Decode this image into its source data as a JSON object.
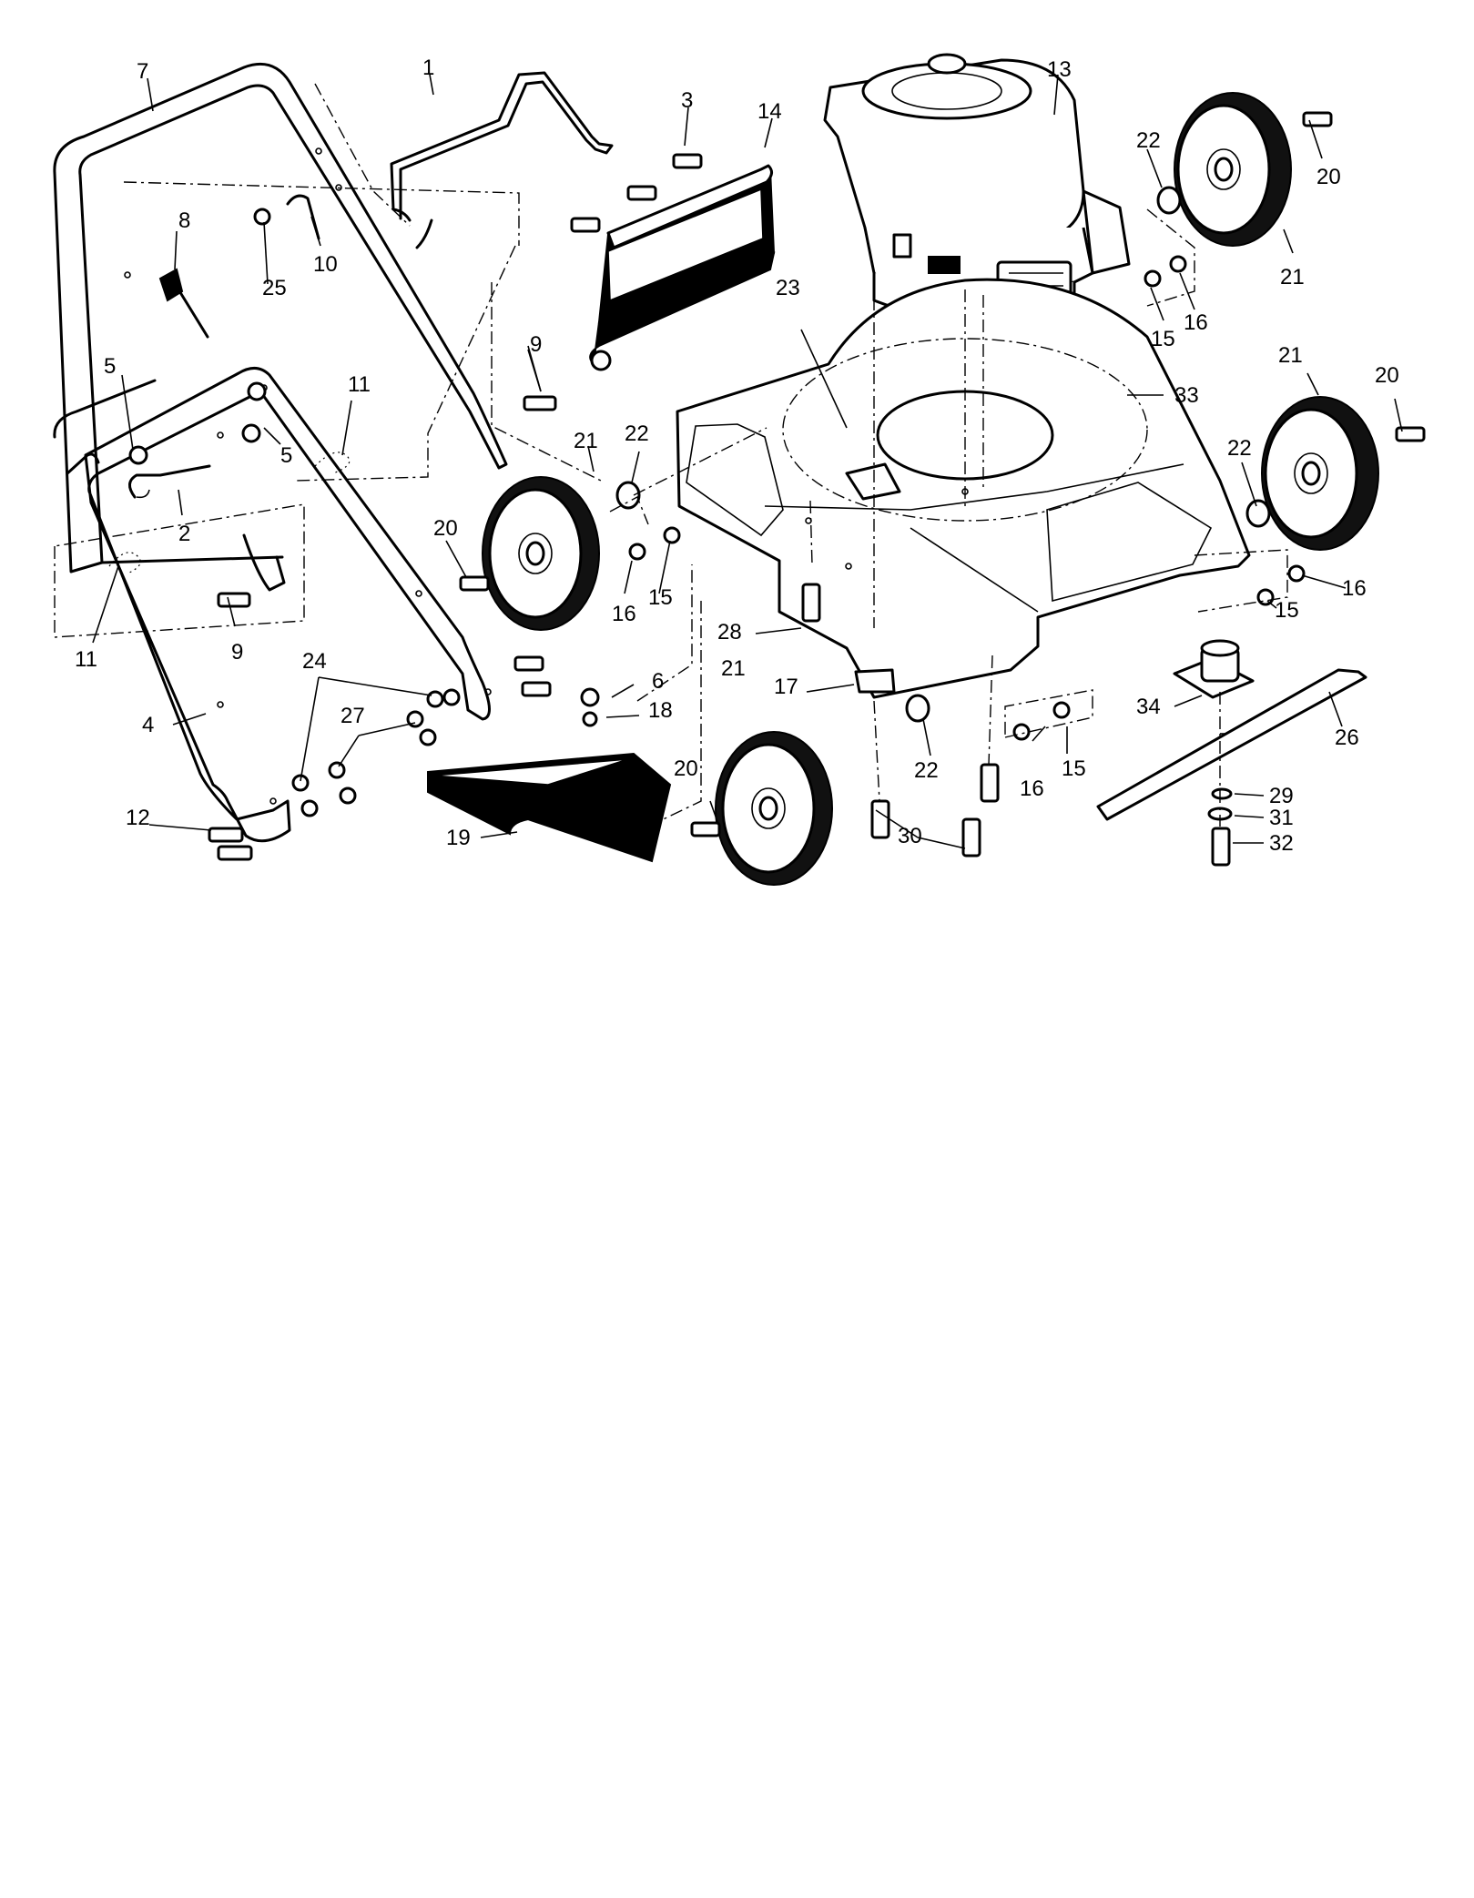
{
  "callouts": [
    "1",
    "2",
    "3",
    "4",
    "5",
    "5",
    "6",
    "7",
    "8",
    "9",
    "9",
    "10",
    "11",
    "11",
    "12",
    "13",
    "14",
    "15",
    "15",
    "15",
    "15",
    "16",
    "16",
    "16",
    "16",
    "17",
    "18",
    "19",
    "20",
    "20",
    "20",
    "20",
    "21",
    "21",
    "21",
    "21",
    "22",
    "22",
    "22",
    "22",
    "23",
    "24",
    "25",
    "26",
    "27",
    "28",
    "29",
    "30",
    "31",
    "32",
    "33",
    "34"
  ]
}
